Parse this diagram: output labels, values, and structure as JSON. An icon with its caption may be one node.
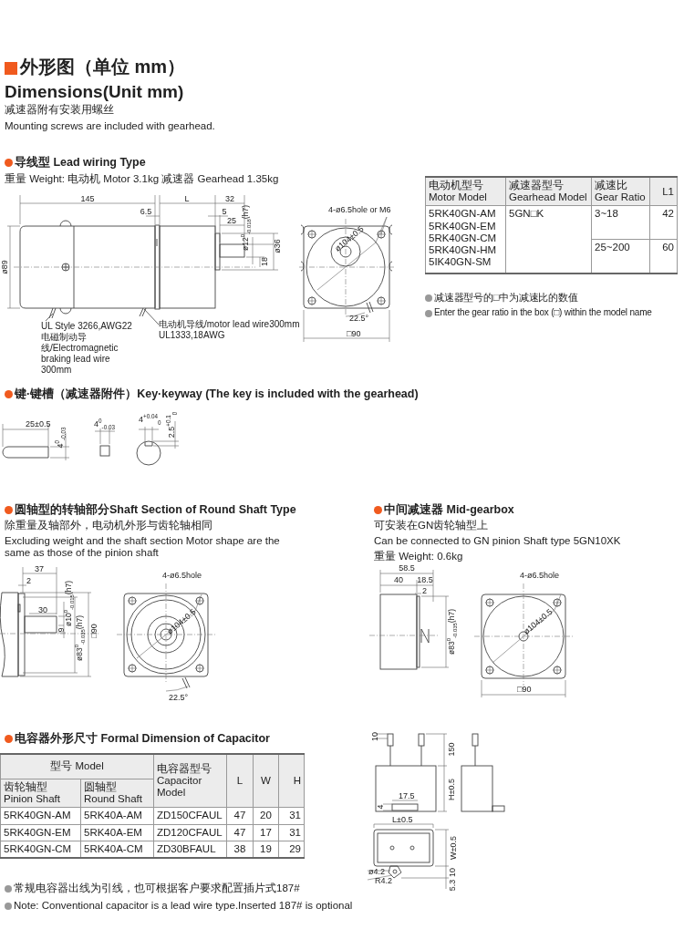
{
  "diagram": {
    "title": "外形图（单位 mm）",
    "nodes": [
      {
        "text": [
          "UL Style 3266,AWG22",
          "电磁制动导线/Electromagnetic braking lead wire 300mm"
        ]
      },
      {
        "text": [
          "电动机导线/motor lead wire300mm",
          "UL1333,18AWG"
        ]
      }
    ],
    "edges": [
      {
        "from": 0,
        "to": null,
        "arrow": "none"
      },
      {
        "from": 1,
        "to": null,
        "arrow": "none"
      }
    ],
    "labels": [
      "Dimensions(Unit mm)",
      "减速器附有安装用螺丝",
      "Mounting screws are included with gearhead.",
      "导线型 Lead wiring Type",
      "重量 Weight: 电动机 Motor 3.1kg 减速器 Gearhead 1.35kg",
      "145",
      "L",
      "32",
      "6.5",
      "5",
      "25",
      "ø12$^{0}$$_{-0.018}$(h7)",
      "18",
      "ø36",
      "ø89",
      "4-ø6.5hole or M6",
      "ø104±0.5",
      "22.5°",
      "□90",
      "电动机型号 Motor Model",
      "减速器型号 Gearhead Model",
      "减速比 Gear Ratio",
      "L1",
      "5RK40GN-AM 5RK40GN-EM 5RK40GN-CM 5RK40GN-HM 5IK40GN-SM",
      "5GN□K",
      "3~18",
      "42",
      "25~200",
      "60",
      "减速器型号的□中为减速比的数值",
      "Enter the gear ratio in the box (□) within the model name",
      "键·键槽（减速器附件）Key·keyway (The key is included with the gearhead)",
      "25±0.5",
      "4$^{0}$$_{-0.03}$",
      "4$^{0}$$_{-0.03}$",
      "4$^{+0.04}$$_{0}$",
      "2.5$^{+0.1}$$_{0}$",
      "圆轴型的转轴部分Shaft Section of Round Shaft Type",
      "除重量及轴部外，电动机外形与齿轮轴相同",
      "Excluding weight and the shaft section Motor shape are the same as those of the pinion shaft",
      "37",
      "2",
      "30",
      "9",
      "ø10$^{0}$$_{-0.015}$(h7)",
      "ø83$^{0}$$_{-0.035}$(h7)",
      "□90",
      "4-ø6.5hole",
      "ø104±0.5",
      "22.5°",
      "中间减速器 Mid-gearbox",
      "可安装在GN齿轮轴型上",
      "Can be connected to GN pinion Shaft type 5GN10XK",
      "重量 Weight: 0.6kg",
      "58.5",
      "40",
      "18.5",
      "2",
      "ø83$^{0}$$_{-0.035}$(h7)",
      "4-ø6.5hole",
      "ø104±0.5",
      "□90",
      "电容器外形尺寸 Formal Dimension of Capacitor",
      "型号 Model",
      "电容器型号 Capacitor Model",
      "L",
      "W",
      "H",
      "齿轮轴型 Pinion Shaft",
      "圆轴型 Round Shaft",
      "5RK40GN-AM",
      "5RK40A-AM",
      "ZD150CFAUL",
      "47",
      "20",
      "31",
      "5RK40GN-EM",
      "5RK40A-EM",
      "ZD120CFAUL",
      "47",
      "17",
      "31",
      "5RK40GN-CM",
      "5RK40A-CM",
      "ZD30BFAUL",
      "38",
      "19",
      "29",
      "常规电容器出线为引线，也可根据客户要求配置插片式187#",
      "Note: Conventional capacitor is a lead wire type.Inserted 187# is optional",
      "10",
      "150",
      "H±0.5",
      "4",
      "17.5",
      "L±0.5",
      "W±0.5",
      "ø4.2",
      "R4.2",
      "10",
      "5.3"
    ]
  }
}
